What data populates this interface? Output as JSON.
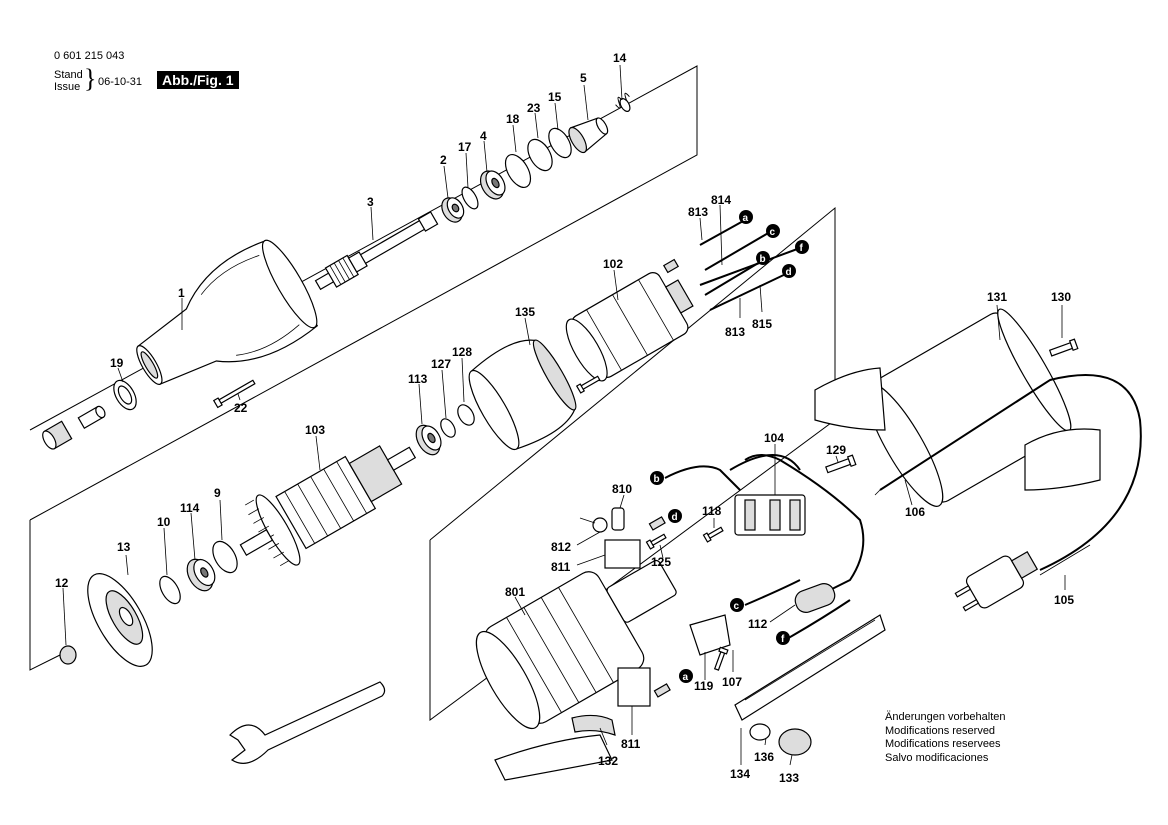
{
  "header": {
    "doc_number": "0 601 215 043",
    "stand_issue": "Stand\nIssue",
    "issue_date": "06-10-31",
    "figure_label": "Abb./Fig. 1"
  },
  "notes": [
    "Änderungen vorbehalten",
    "Modifications reserved",
    "Modifications reservees",
    "Salvo modificaciones"
  ],
  "part_labels": [
    "14",
    "5",
    "15",
    "23",
    "18",
    "4",
    "17",
    "2",
    "3",
    "1",
    "19",
    "22",
    "813",
    "814",
    "102",
    "135",
    "813",
    "815",
    "128",
    "127",
    "113",
    "103",
    "131",
    "130",
    "104",
    "129",
    "9",
    "114",
    "10",
    "13",
    "12",
    "810",
    "118",
    "812",
    "811",
    "125",
    "106",
    "105",
    "801",
    "112",
    "119",
    "107",
    "811",
    "132",
    "134",
    "136",
    "133"
  ],
  "wire_markers": [
    "a",
    "c",
    "f",
    "b",
    "d",
    "b",
    "d",
    "c",
    "f",
    "a"
  ]
}
